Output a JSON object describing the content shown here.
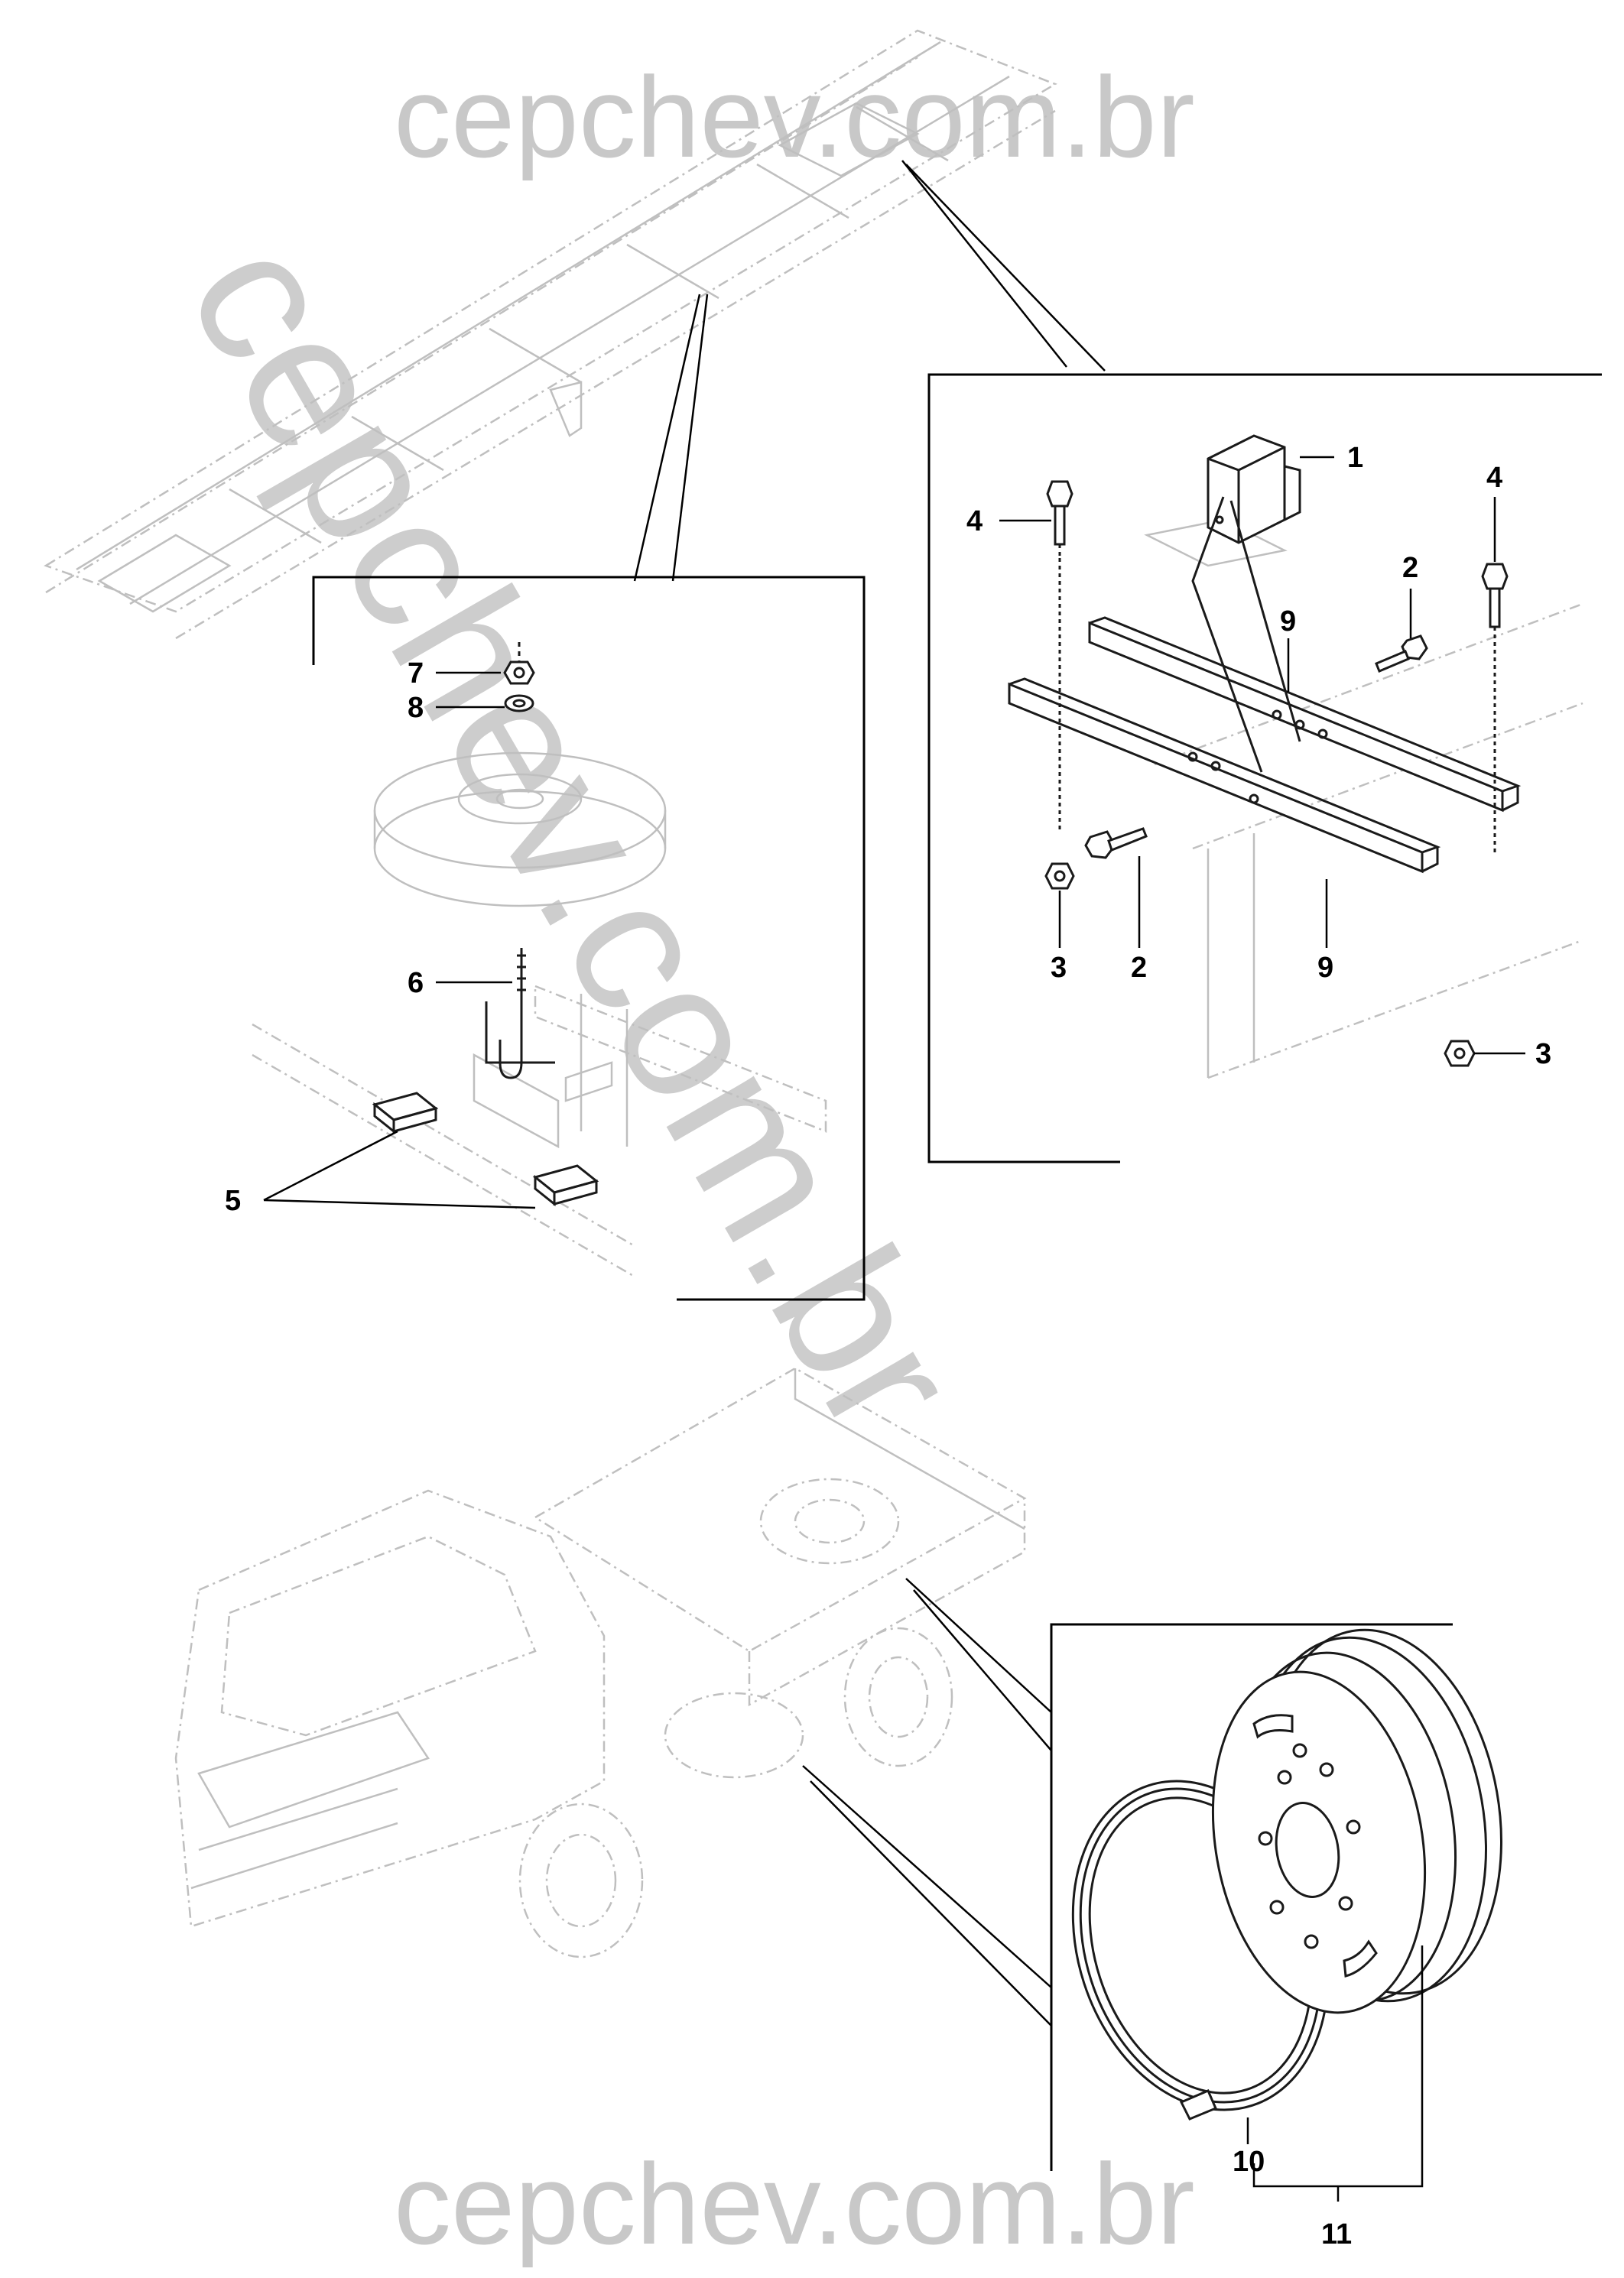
{
  "watermark": {
    "top": "cepchev.com.br",
    "bottom": "cepchev.com.br",
    "diagonal": "cepchev.com.br"
  },
  "callouts": {
    "c1": "1",
    "c2a": "2",
    "c2b": "2",
    "c3a": "3",
    "c3b": "3",
    "c4a": "4",
    "c4b": "4",
    "c5": "5",
    "c6": "6",
    "c7": "7",
    "c8": "8",
    "c9a": "9",
    "c9b": "9",
    "c10": "10",
    "c11": "11"
  },
  "colors": {
    "watermark": "#c8c8c8",
    "ghost_line": "#bfbfbf",
    "part_line": "#1a1a1a",
    "callout_text": "#000000"
  }
}
